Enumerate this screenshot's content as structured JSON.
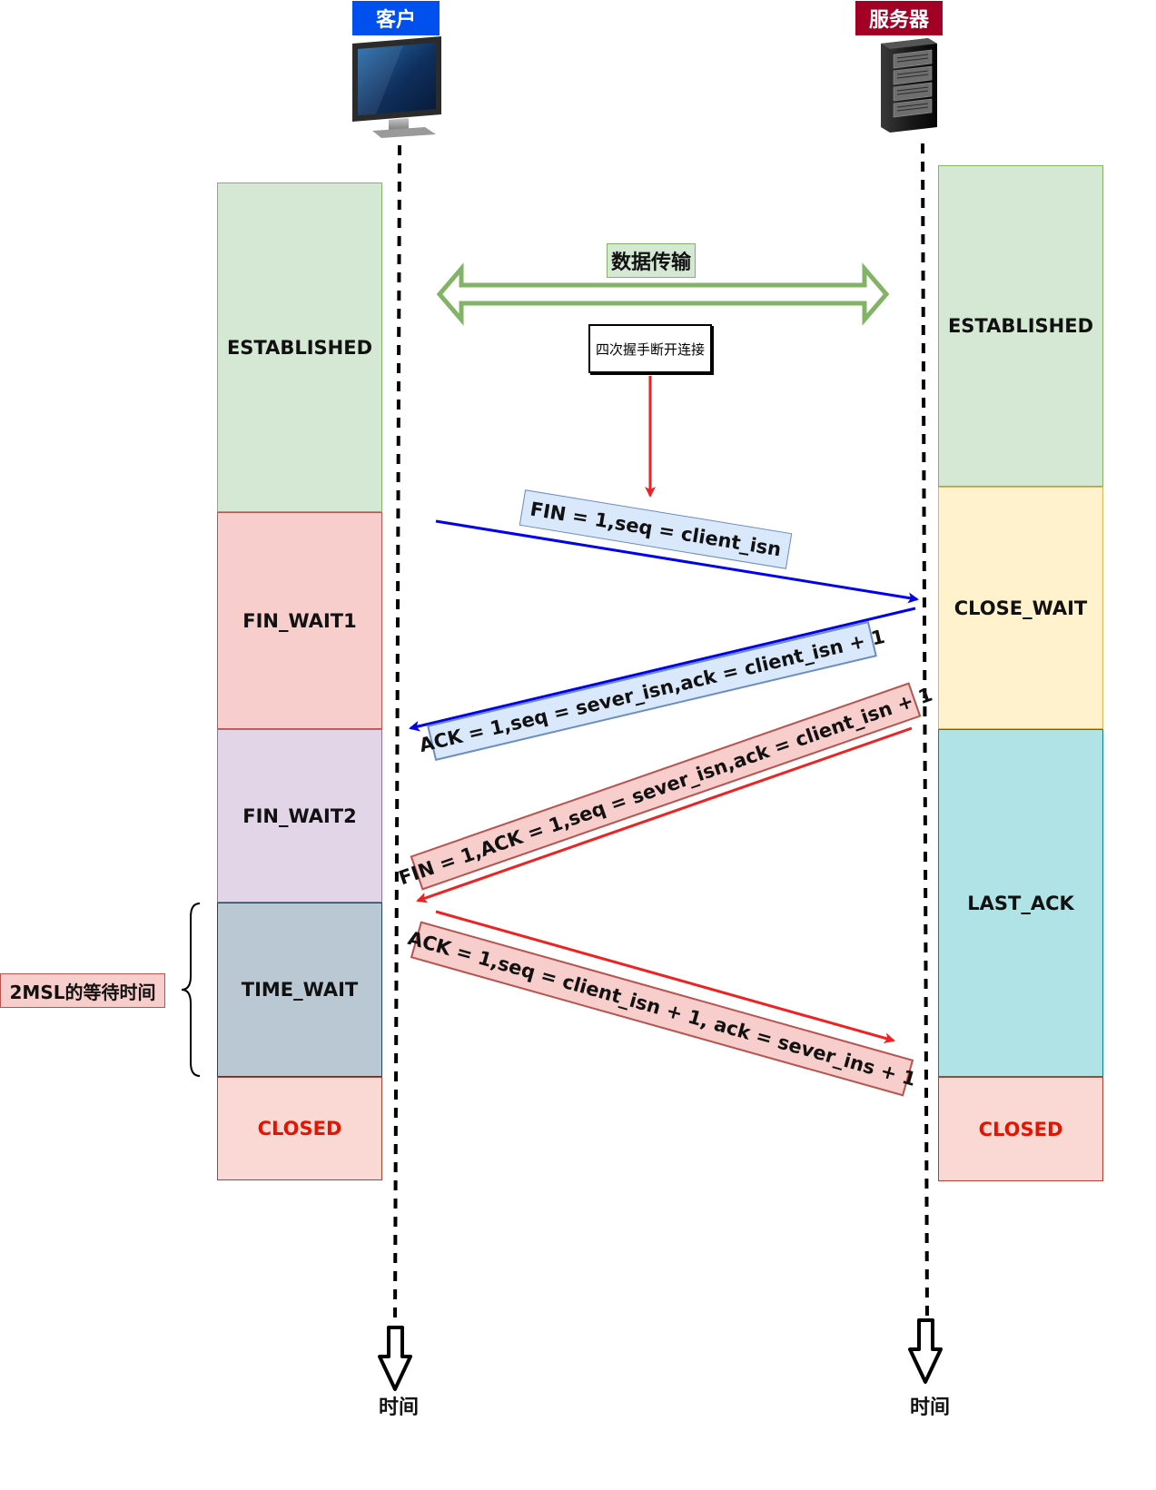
{
  "client": {
    "label": "客户"
  },
  "server": {
    "label": "服务器"
  },
  "data_transfer": {
    "label": "数据传输"
  },
  "note": {
    "label": "四次握手断开连接"
  },
  "client_states": [
    {
      "label": "ESTABLISHED",
      "color": "#d5e8d4",
      "border": "#82b366",
      "text_color": "#111111"
    },
    {
      "label": "FIN_WAIT1",
      "color": "#f8cecc",
      "border": "#b85450",
      "text_color": "#111111"
    },
    {
      "label": "FIN_WAIT2",
      "color": "#e1d5e7",
      "border": "#9673a6",
      "text_color": "#111111"
    },
    {
      "label": "TIME_WAIT",
      "color": "#bac8d3",
      "border": "#23445d",
      "text_color": "#111111"
    },
    {
      "label": "CLOSED",
      "color": "#fad9d5",
      "border": "#ae4132",
      "text_color": "#e51400"
    }
  ],
  "server_states": [
    {
      "label": "ESTABLISHED",
      "color": "#d5e8d4",
      "border": "#82b366",
      "text_color": "#111111"
    },
    {
      "label": "CLOSE_WAIT",
      "color": "#fff2cc",
      "border": "#d6b656",
      "text_color": "#111111"
    },
    {
      "label": "LAST_ACK",
      "color": "#b0e3e6",
      "border": "#0e8088",
      "text_color": "#111111"
    },
    {
      "label": "CLOSED",
      "color": "#fad9d5",
      "border": "#ae4132",
      "text_color": "#e51400"
    }
  ],
  "messages": [
    {
      "label": "FIN = 1,seq = client_isn",
      "direction": "client-to-server"
    },
    {
      "label": "ACK = 1,seq = sever_isn,ack = client_isn + 1",
      "direction": "server-to-client"
    },
    {
      "label": "FIN = 1,ACK = 1,seq = sever_isn,ack = client_isn + 1",
      "direction": "server-to-client"
    },
    {
      "label": "ACK = 1,seq = client_isn + 1, ack = sever_ins + 1",
      "direction": "client-to-server"
    }
  ],
  "msl": {
    "label": "2MSL的等待时间"
  },
  "timeline": {
    "client_label": "时间",
    "server_label": "时间"
  },
  "colors": {
    "client_tag": "#0050ef",
    "server_tag": "#a20025",
    "blue_arrow": "#0000ee",
    "red_arrow": "#ee2222",
    "green_arrow": "#82b366",
    "blue_msg_bg": "#dae8fc",
    "blue_msg_border": "#6c8ebf",
    "red_msg_bg": "#f8cecc",
    "red_msg_border": "#b85450"
  }
}
